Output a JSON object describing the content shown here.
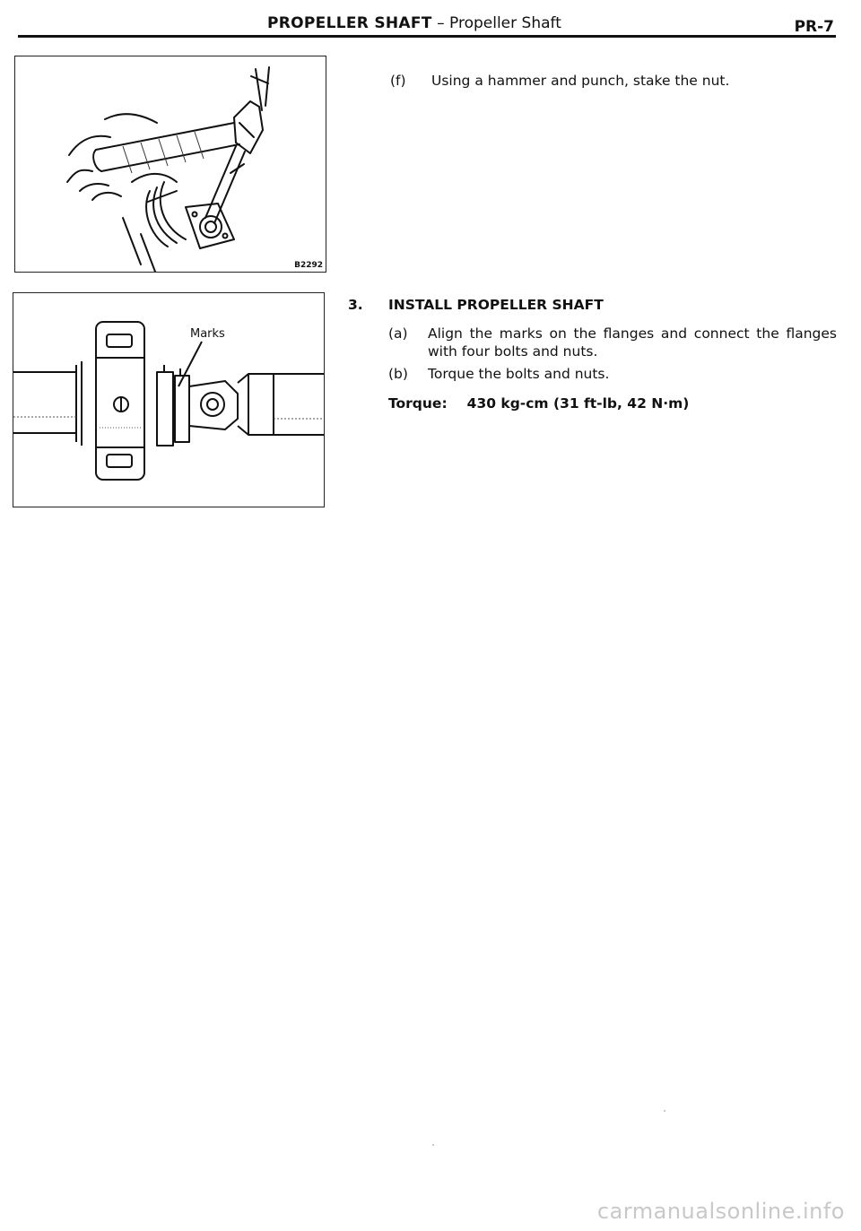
{
  "header": {
    "title_bold": "PROPELLER SHAFT",
    "title_rest": " – Propeller Shaft",
    "page_number": "PR-7"
  },
  "figures": {
    "fig1": {
      "code": "B2292",
      "depicts": "hammer-and-punch-staking-nut-illustration"
    },
    "fig2": {
      "callout": "Marks",
      "depicts": "propeller-shaft-flange-alignment-illustration"
    }
  },
  "content": {
    "step_f": {
      "label": "(f)",
      "text": "Using a hammer and punch, stake the nut."
    },
    "section3": {
      "number": "3.",
      "title": "INSTALL PROPELLER SHAFT"
    },
    "step_a": {
      "label": "(a)",
      "text": "Align the marks on the flanges and connect the flanges with four bolts and nuts."
    },
    "step_b": {
      "label": "(b)",
      "text": "Torque the bolts and nuts."
    },
    "torque": {
      "label": "Torque:",
      "value": "430 kg-cm (31 ft-lb, 42 N·m)"
    }
  },
  "watermark": "carmanualsonline.info"
}
